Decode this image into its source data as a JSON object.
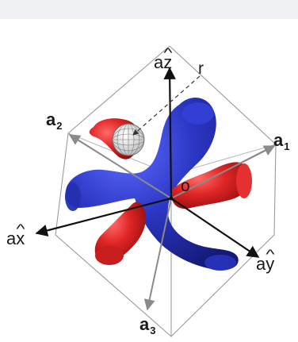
{
  "labels": {
    "az_prefix": "a",
    "az_axis": "z",
    "r": "r",
    "a2_base": "a",
    "a2_sub": "2",
    "a1_base": "a",
    "a1_sub": "1",
    "o": "o",
    "ax_prefix": "a",
    "ax_axis": "x",
    "ay_prefix": "a",
    "ay_axis": "y",
    "a3_base": "a",
    "a3_sub": "3"
  },
  "colors": {
    "red_lobe": "#d41c1c",
    "blue_lobe": "#2a35b8",
    "cube_edge": "#9a9a9a",
    "axis_black": "#111111",
    "axis_gray": "#8a8a8a",
    "top_band": "#eef0f3"
  }
}
